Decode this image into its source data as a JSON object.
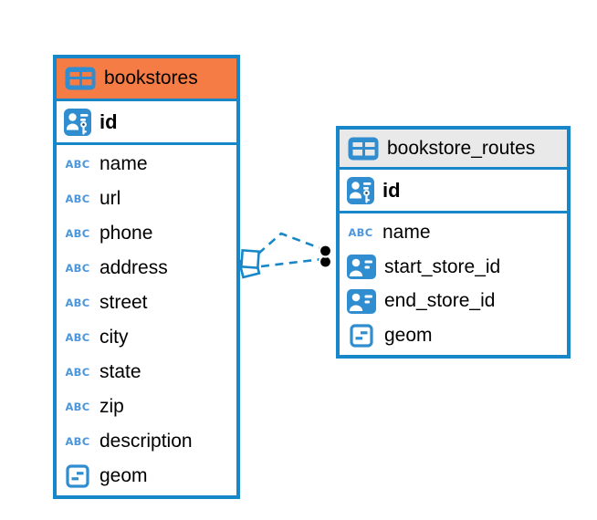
{
  "diagram": {
    "background": "#ffffff",
    "colors": {
      "table_border_blue": "#1787C9",
      "icon_blue": "#2F8DD0",
      "abc_icon_blue": "#4C96DB",
      "bookstores_header_bg": "#F57C44",
      "routes_header_bg": "#E9E9E9",
      "row_text": "#000000",
      "link_dash_blue": "#1787C9",
      "endpoint_dot_black": "#000000"
    },
    "icons": {
      "text_type_glyph": "ABC",
      "header_icon": "table-icon",
      "primary_key_icon": "id-card-key-icon",
      "foreign_key_icon": "id-card-icon",
      "geometry_icon": "geometry-icon"
    },
    "tables": [
      {
        "title": "bookstores",
        "header_style": "orange",
        "primary_key": {
          "name": "id",
          "type": "primary-key"
        },
        "columns": [
          {
            "name": "name",
            "type": "text"
          },
          {
            "name": "url",
            "type": "text"
          },
          {
            "name": "phone",
            "type": "text"
          },
          {
            "name": "address",
            "type": "text"
          },
          {
            "name": "street",
            "type": "text"
          },
          {
            "name": "city",
            "type": "text"
          },
          {
            "name": "state",
            "type": "text"
          },
          {
            "name": "zip",
            "type": "text"
          },
          {
            "name": "description",
            "type": "text"
          },
          {
            "name": "geom",
            "type": "geometry"
          }
        ]
      },
      {
        "title": "bookstore_routes",
        "header_style": "gray",
        "primary_key": {
          "name": "id",
          "type": "primary-key"
        },
        "columns": [
          {
            "name": "name",
            "type": "text"
          },
          {
            "name": "start_store_id",
            "type": "foreign-key"
          },
          {
            "name": "end_store_id",
            "type": "foreign-key"
          },
          {
            "name": "geom",
            "type": "geometry"
          }
        ]
      }
    ],
    "relationships": [
      {
        "from_table": "bookstores",
        "from_column": "id",
        "to_table": "bookstore_routes",
        "to_column": "start_store_id",
        "line_style": "dashed"
      },
      {
        "from_table": "bookstores",
        "from_column": "id",
        "to_table": "bookstore_routes",
        "to_column": "end_store_id",
        "line_style": "dashed"
      }
    ]
  }
}
